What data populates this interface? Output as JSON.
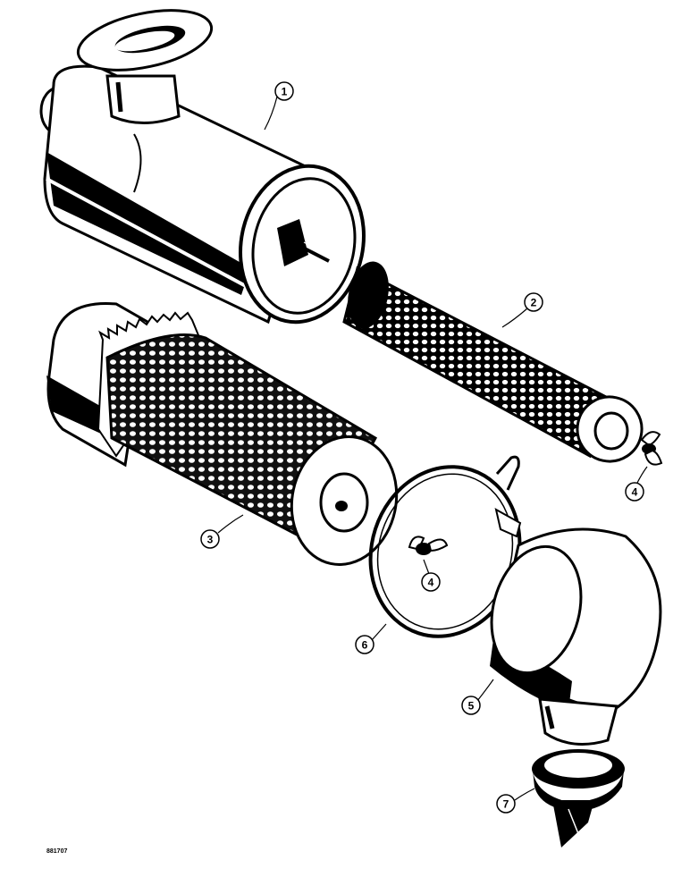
{
  "figure_id": "881707",
  "callouts": [
    {
      "number": "1",
      "part": "housing"
    },
    {
      "number": "2",
      "part": "inner-filter"
    },
    {
      "number": "3",
      "part": "outer-filter"
    },
    {
      "number": "4",
      "part": "wing-nut"
    },
    {
      "number": "4",
      "part": "wing-nut"
    },
    {
      "number": "5",
      "part": "cover"
    },
    {
      "number": "6",
      "part": "clamp"
    },
    {
      "number": "7",
      "part": "dust-valve"
    }
  ]
}
